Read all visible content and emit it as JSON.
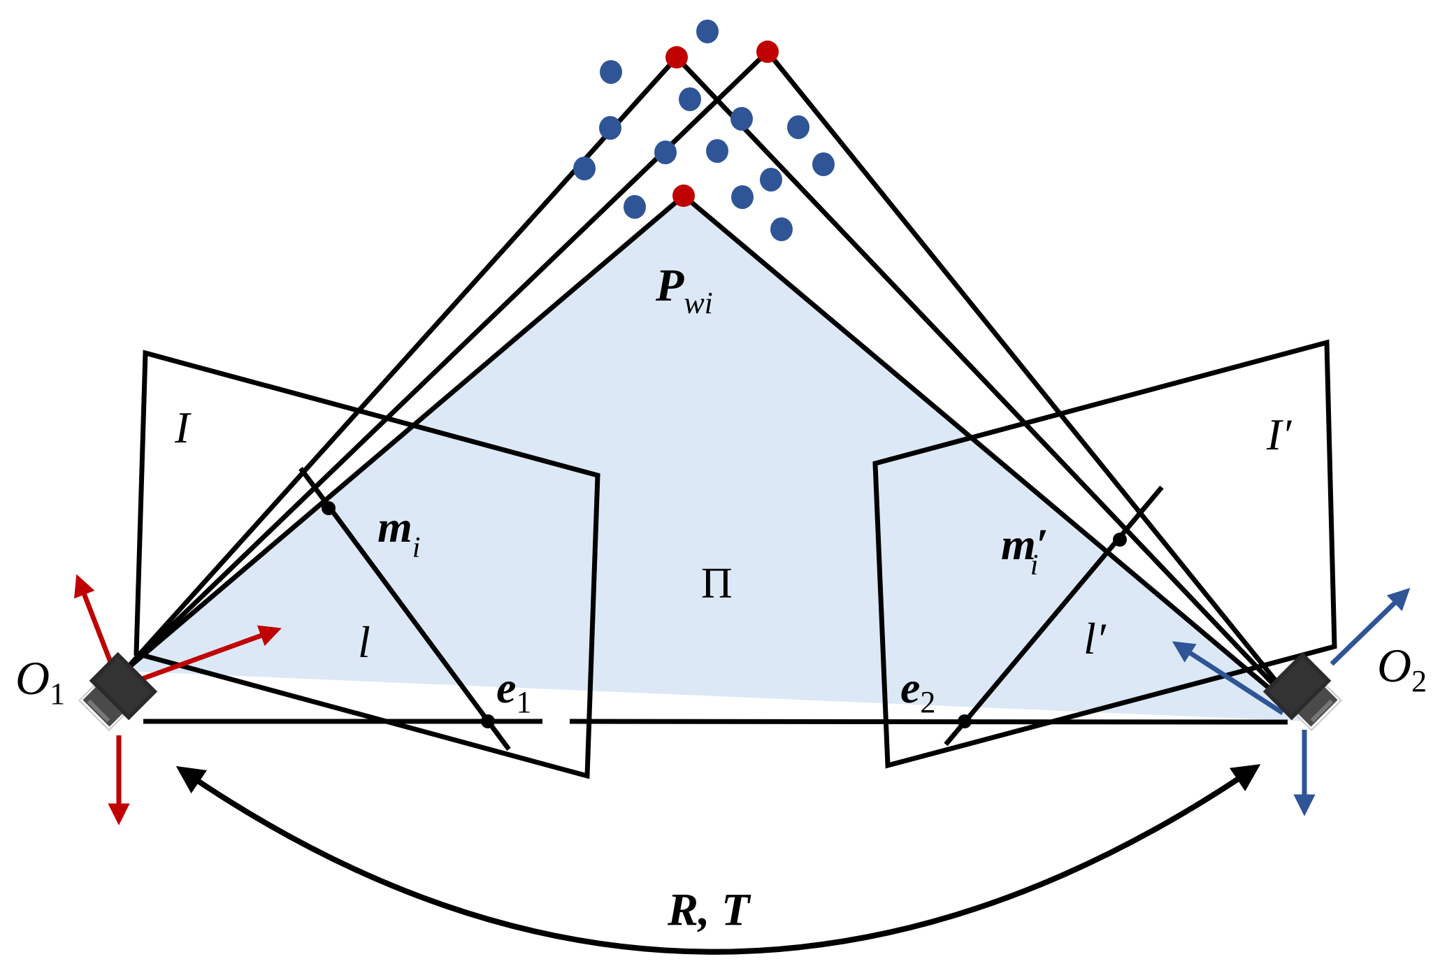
{
  "labels": {
    "image_left": "I",
    "image_right": "I′",
    "plane": "Π",
    "point_world": {
      "main": "P",
      "sub": "wi"
    },
    "point_left": {
      "main": "m",
      "sub": "i"
    },
    "point_right": {
      "main": "m′",
      "sub": "i"
    },
    "line_left": "l",
    "line_right": "l′",
    "epipole_left": {
      "main": "e",
      "sub": "1"
    },
    "epipole_right": {
      "main": "e",
      "sub": "2"
    },
    "camera_left": {
      "main": "O",
      "sub": "1"
    },
    "camera_right": {
      "main": "O",
      "sub": "2"
    },
    "transform": "R, T"
  },
  "colors": {
    "plane_fill": "#dce8f5",
    "feature_point": "#2f5597",
    "matched_point": "#c00000",
    "axes_left": "#c00000",
    "axes_right": "#2f5597",
    "line": "#000000",
    "camera_body": "#2b2b2b"
  },
  "icons": {
    "camera_left": "camera-icon",
    "camera_right": "camera-icon"
  }
}
